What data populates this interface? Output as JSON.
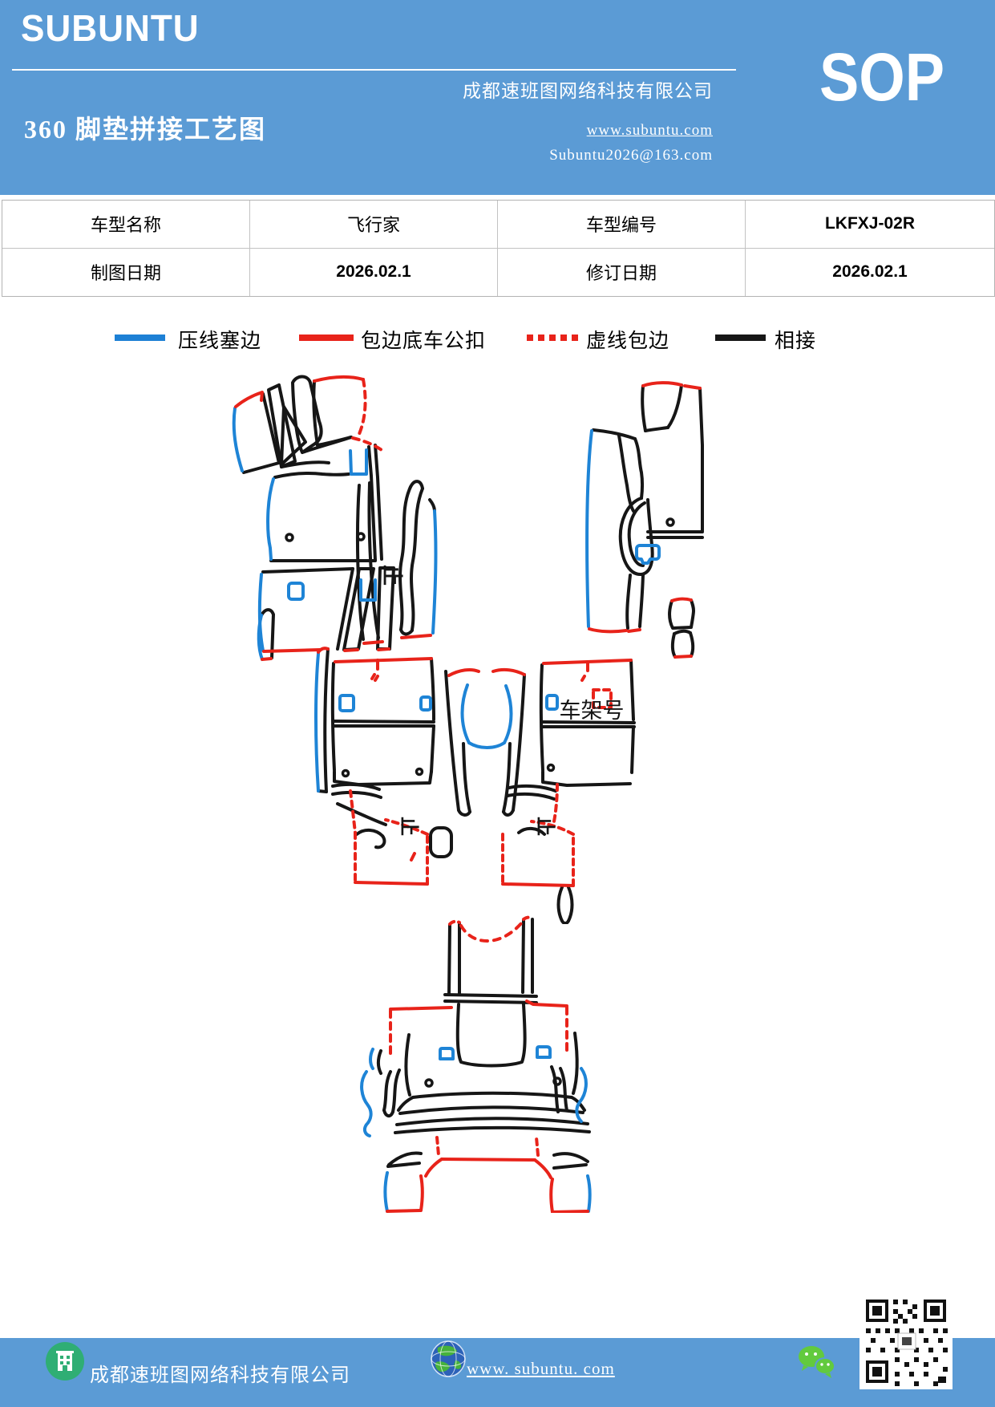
{
  "header": {
    "brand": "SUBUNTU",
    "title": "360 脚垫拼接工艺图",
    "company": "成都速班图网络科技有限公司",
    "website": "www.subuntu.com",
    "email": "Subuntu2026@163.com",
    "sop": "SOP",
    "bg_color": "#5b9bd5"
  },
  "info_table": {
    "rows": [
      [
        "车型名称",
        "飞行家",
        "车型编号",
        "LKFXJ-02R"
      ],
      [
        "制图日期",
        "2026.02.1",
        "修订日期",
        "2026.02.1"
      ]
    ]
  },
  "legend": {
    "items": [
      {
        "label": "压线塞边",
        "color": "#1d80d5",
        "style": "solid"
      },
      {
        "label": "包边底车公扣",
        "color": "#e8231a",
        "style": "solid"
      },
      {
        "label": "虚线包边",
        "color": "#e8231a",
        "style": "dotted"
      },
      {
        "label": "相接",
        "color": "#161616",
        "style": "solid"
      }
    ]
  },
  "diagram": {
    "frame_label": "车架号",
    "stop_label": "止",
    "line_blue": "#1e84d6",
    "line_red": "#e8231a",
    "line_black": "#161616"
  },
  "footer": {
    "company": "成都速班图网络科技有限公司",
    "website": "www. subuntu. com",
    "icons": [
      "building-icon",
      "globe-icon",
      "wechat-icon",
      "qr-code"
    ]
  }
}
